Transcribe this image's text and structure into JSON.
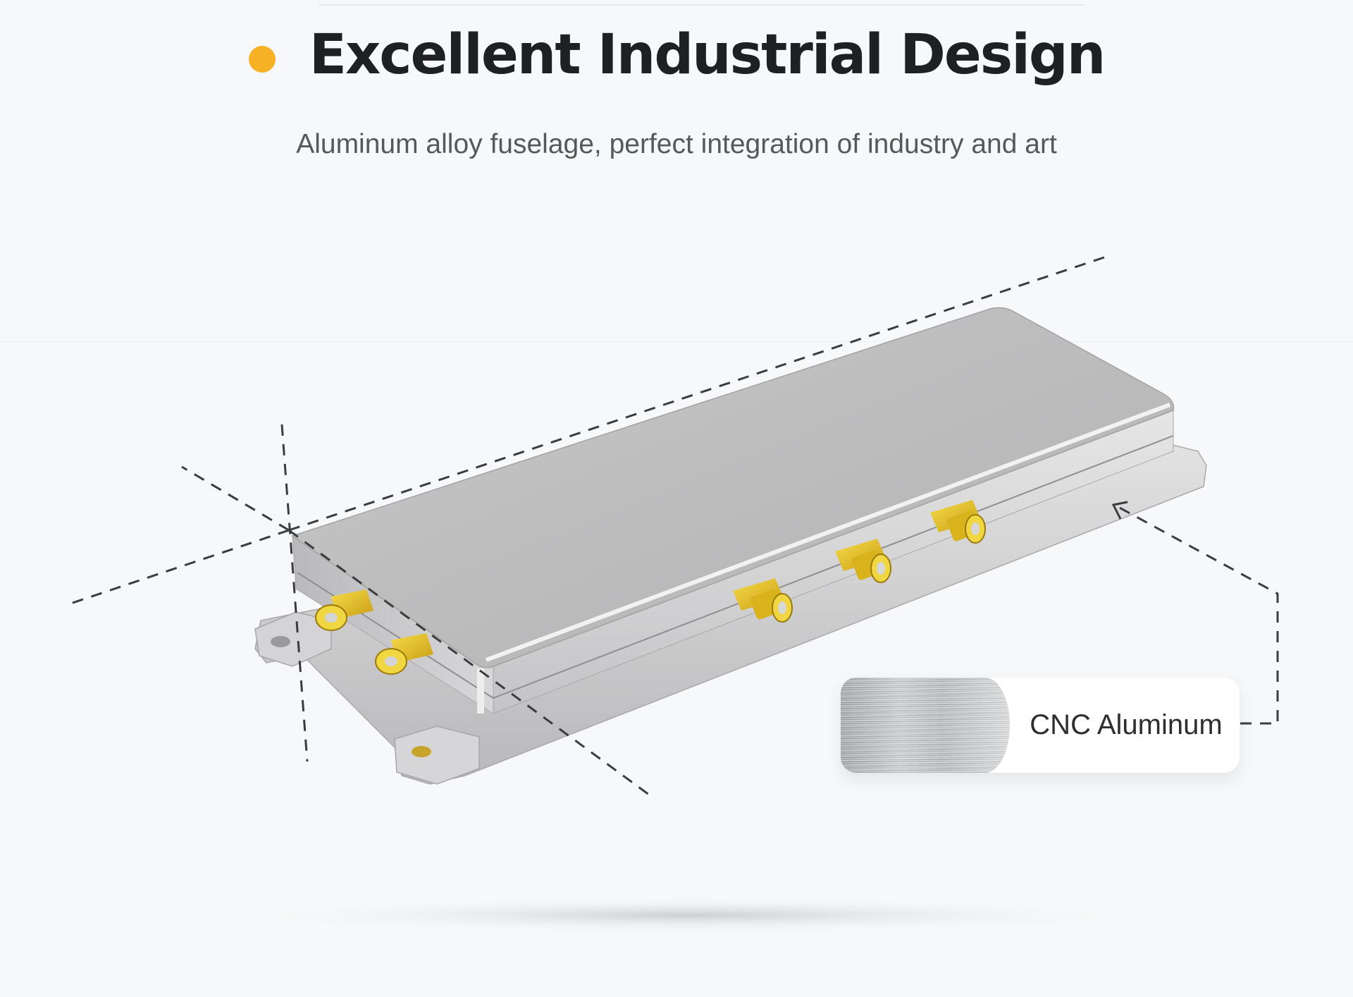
{
  "header": {
    "title": "Excellent Industrial Design",
    "subtitle": "Aluminum alloy fuselage, perfect integration of industry and art"
  },
  "callout": {
    "label": "CNC Aluminum",
    "material_icon": "brushed-aluminum-swatch-icon"
  },
  "colors": {
    "accent": "#f7b125",
    "title_text": "#1f2023",
    "subtitle_text": "#56585c",
    "background": "#f7f8f9",
    "connector_gold": "#e8c21c"
  }
}
